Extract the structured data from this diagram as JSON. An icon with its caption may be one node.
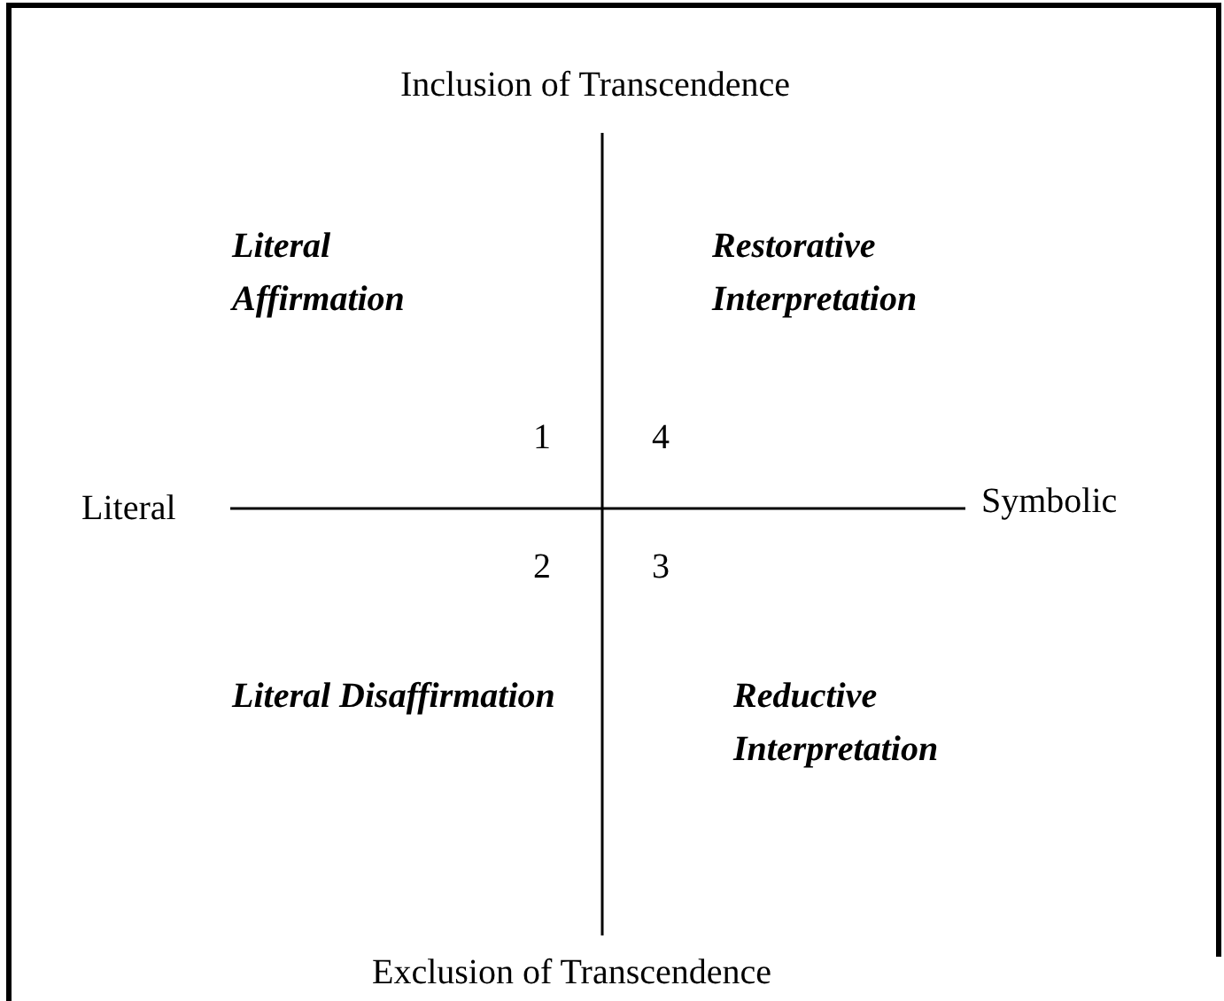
{
  "diagram": {
    "labels": [
      "Inclusion of Transcendence",
      "Literal Affirmation",
      "Restorative Interpretation",
      "1",
      "4",
      "Literal",
      "Symbolic",
      "2",
      "3",
      "Literal Disaffirmation",
      "Reductive Interpretation",
      "Exclusion of Transcendence"
    ]
  }
}
